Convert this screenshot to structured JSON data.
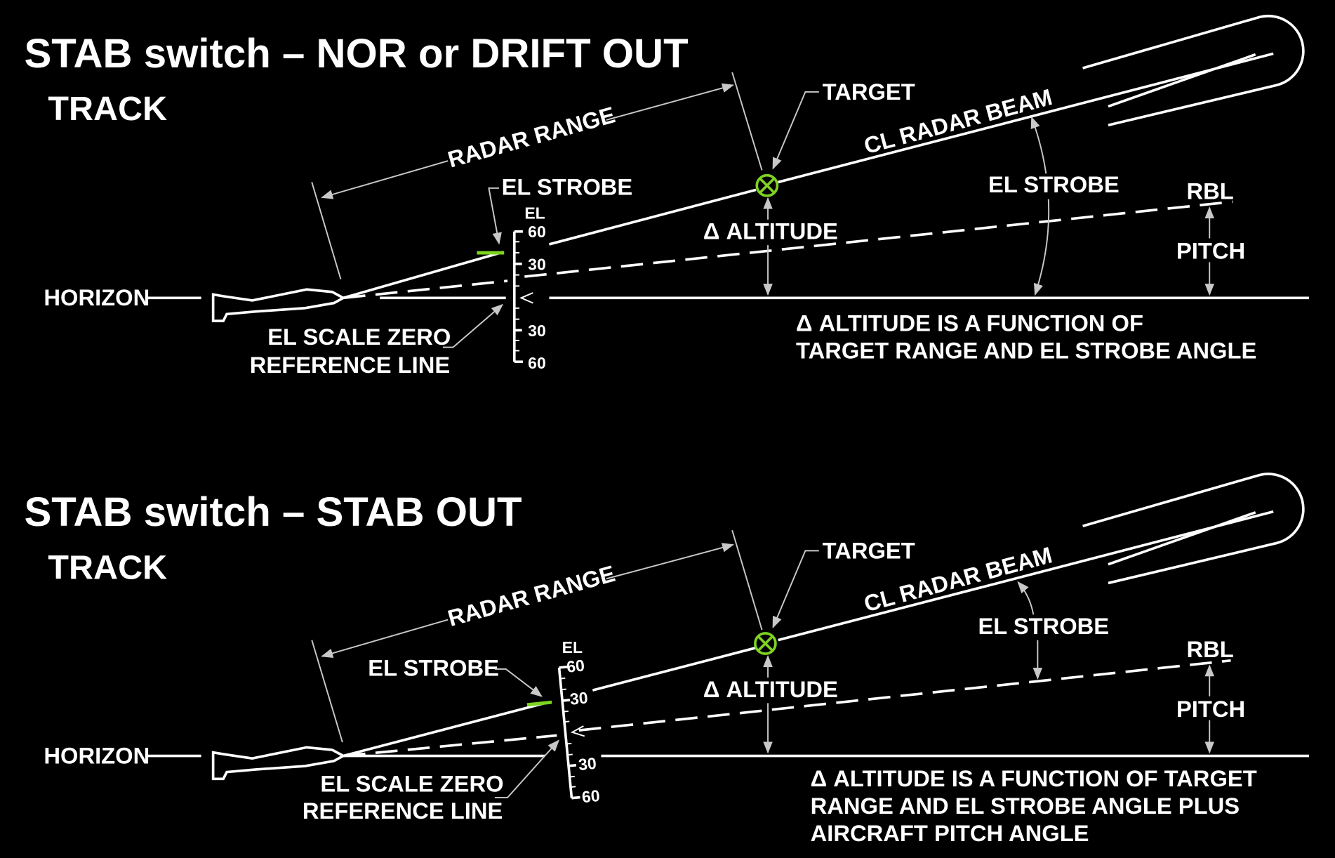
{
  "colors": {
    "background": "#000000",
    "line": "#ffffff",
    "accent": "#7ed321"
  },
  "panels": [
    {
      "title": "STAB switch – NOR or DRIFT OUT",
      "subtitle": "TRACK",
      "labels": {
        "radar_range": "RADAR RANGE",
        "target": "TARGET",
        "cl_radar_beam": "CL RADAR BEAM",
        "el_strobe_top": "EL STROBE",
        "el_strobe_right": "EL STROBE",
        "rbl": "RBL",
        "pitch": "PITCH",
        "delta_altitude": "Δ ALTITUDE",
        "horizon": "HORIZON",
        "el_scale_zero_1": "EL SCALE ZERO",
        "el_scale_zero_2": "REFERENCE LINE",
        "el": "EL",
        "tick_60_top": "60",
        "tick_30_top": "30",
        "tick_30_bottom": "30",
        "tick_60_bottom": "60"
      },
      "note": [
        "Δ ALTITUDE IS A FUNCTION OF",
        "TARGET RANGE AND EL STROBE ANGLE"
      ]
    },
    {
      "title": "STAB switch – STAB OUT",
      "subtitle": "TRACK",
      "labels": {
        "radar_range": "RADAR RANGE",
        "target": "TARGET",
        "cl_radar_beam": "CL RADAR BEAM",
        "el_strobe_top": "EL STROBE",
        "el_strobe_right": "EL STROBE",
        "rbl": "RBL",
        "pitch": "PITCH",
        "delta_altitude": "Δ ALTITUDE",
        "horizon": "HORIZON",
        "el_scale_zero_1": "EL SCALE ZERO",
        "el_scale_zero_2": "REFERENCE LINE",
        "el": "EL",
        "tick_60_top": "60",
        "tick_30_top": "30",
        "tick_30_bottom": "30",
        "tick_60_bottom": "60"
      },
      "note": [
        "Δ ALTITUDE IS A FUNCTION OF TARGET",
        "RANGE AND EL STROBE ANGLE PLUS",
        "AIRCRAFT PITCH ANGLE"
      ]
    }
  ]
}
